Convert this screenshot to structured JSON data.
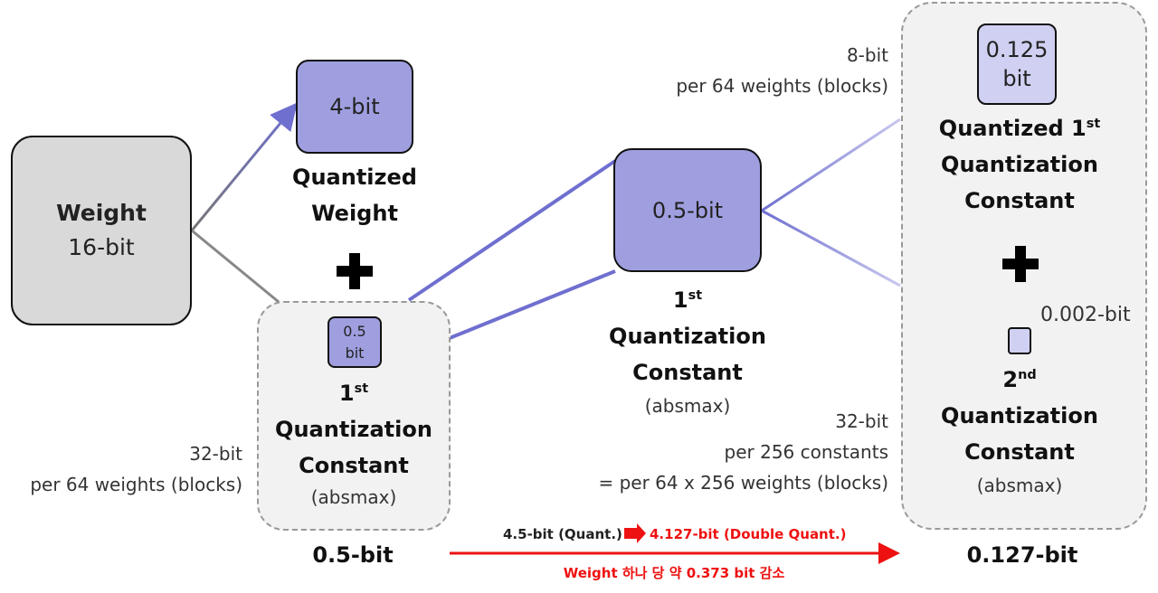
{
  "weight": {
    "title": "Weight",
    "bits": "16-bit"
  },
  "quantized_weight": {
    "value": "4-bit",
    "label_line1": "Quantized",
    "label_line2": "Weight"
  },
  "first_const_group": {
    "mini_value_line1": "0.5",
    "mini_value_line2": "bit",
    "ordinal": "1",
    "ordinal_suffix": "st",
    "line1": "Quantization",
    "line2": "Constant",
    "line3": "(absmax)",
    "side_line1": "32-bit",
    "side_line2": "per 64 weights (blocks)",
    "total": "0.5-bit"
  },
  "first_const_center": {
    "value": "0.5-bit",
    "ordinal": "1",
    "ordinal_suffix": "st",
    "line1": "Quantization",
    "line2": "Constant",
    "line3": "(absmax)",
    "top_side_line1": "8-bit",
    "top_side_line2": "per 64 weights (blocks)",
    "bottom_side_line1": "32-bit",
    "bottom_side_line2": "per 256 constants",
    "bottom_side_line3": "= per 64 x 256 weights (blocks)"
  },
  "double_group": {
    "top_value_line1": "0.125",
    "top_value_line2": "bit",
    "top_label_line1": "Quantized 1",
    "top_label_sup": "st",
    "top_label_line2": "Quantization",
    "top_label_line3": "Constant",
    "small_value": "0.002-bit",
    "ordinal": "2",
    "ordinal_suffix": "nd",
    "line1": "Quantization",
    "line2": "Constant",
    "line3": "(absmax)",
    "total": "0.127-bit"
  },
  "reduction": {
    "before": "4.5-bit (Quant.)",
    "after": "4.127-bit (Double Quant.)",
    "note": "Weight 하나 당 약 0.373 bit 감소"
  },
  "colors": {
    "purple": "#9f9fe0",
    "light_purple": "#d0d0f2",
    "arrow_red": "#ee1111",
    "line_blue": "#6f6fd0"
  }
}
